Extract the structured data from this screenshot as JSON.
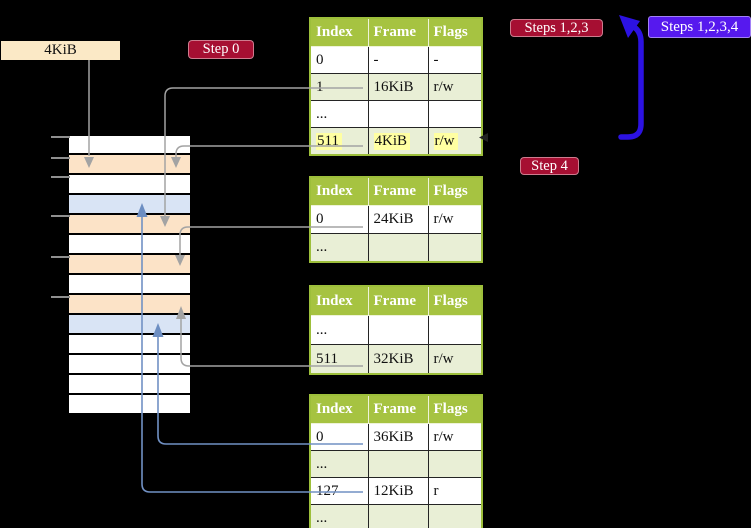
{
  "page_size_label": "4KiB",
  "badges": {
    "step0": "Step 0",
    "steps123": "Steps 1,2,3",
    "steps1234": "Steps 1,2,3,4",
    "step4": "Step 4"
  },
  "colors": {
    "background": "#000000",
    "table_header_green": "#a6c341",
    "table_row_green": "#e9efd6",
    "frame_peach": "#fce3c7",
    "frame_light_blue": "#d9e4f5",
    "frame_white": "#ffffff",
    "highlight_yellow": "#ffffa2",
    "badge_red": "#a60f32",
    "badge_violet": "#5619ee",
    "big_arrow_blue": "#2c12e2",
    "connector_gray": "#a3a3a3",
    "connector_steel_blue": "#7191c4",
    "label_cream": "#fbe9c6"
  },
  "memory_strip": {
    "rows": [
      {
        "color": "#ffffff"
      },
      {
        "color": "#fce3c7"
      },
      {
        "color": "#ffffff"
      },
      {
        "color": "#d9e4f5"
      },
      {
        "color": "#fce3c7"
      },
      {
        "color": "#ffffff"
      },
      {
        "color": "#fce3c7"
      },
      {
        "color": "#ffffff"
      },
      {
        "color": "#fce3c7"
      },
      {
        "color": "#d9e4f5"
      },
      {
        "color": "#ffffff"
      },
      {
        "color": "#ffffff"
      },
      {
        "color": "#ffffff"
      },
      {
        "color": "#ffffff"
      }
    ]
  },
  "tables": [
    {
      "headers": [
        "Index",
        "Frame",
        "Flags"
      ],
      "rows": [
        {
          "cells": [
            "0",
            "-",
            "-"
          ]
        },
        {
          "cells": [
            "1",
            "16KiB",
            "r/w"
          ]
        },
        {
          "cells": [
            "...",
            "",
            ""
          ]
        },
        {
          "cells": [
            "511",
            "4KiB",
            "r/w"
          ],
          "highlighted": true
        }
      ]
    },
    {
      "headers": [
        "Index",
        "Frame",
        "Flags"
      ],
      "rows": [
        {
          "cells": [
            "0",
            "24KiB",
            "r/w"
          ]
        },
        {
          "cells": [
            "...",
            "",
            ""
          ]
        }
      ]
    },
    {
      "headers": [
        "Index",
        "Frame",
        "Flags"
      ],
      "rows": [
        {
          "cells": [
            "...",
            "",
            ""
          ]
        },
        {
          "cells": [
            "511",
            "32KiB",
            "r/w"
          ]
        }
      ]
    },
    {
      "headers": [
        "Index",
        "Frame",
        "Flags"
      ],
      "rows": [
        {
          "cells": [
            "0",
            "36KiB",
            "r/w"
          ]
        },
        {
          "cells": [
            "...",
            "",
            ""
          ]
        },
        {
          "cells": [
            "127",
            "12KiB",
            "r"
          ]
        },
        {
          "cells": [
            "...",
            "",
            ""
          ]
        }
      ]
    }
  ]
}
